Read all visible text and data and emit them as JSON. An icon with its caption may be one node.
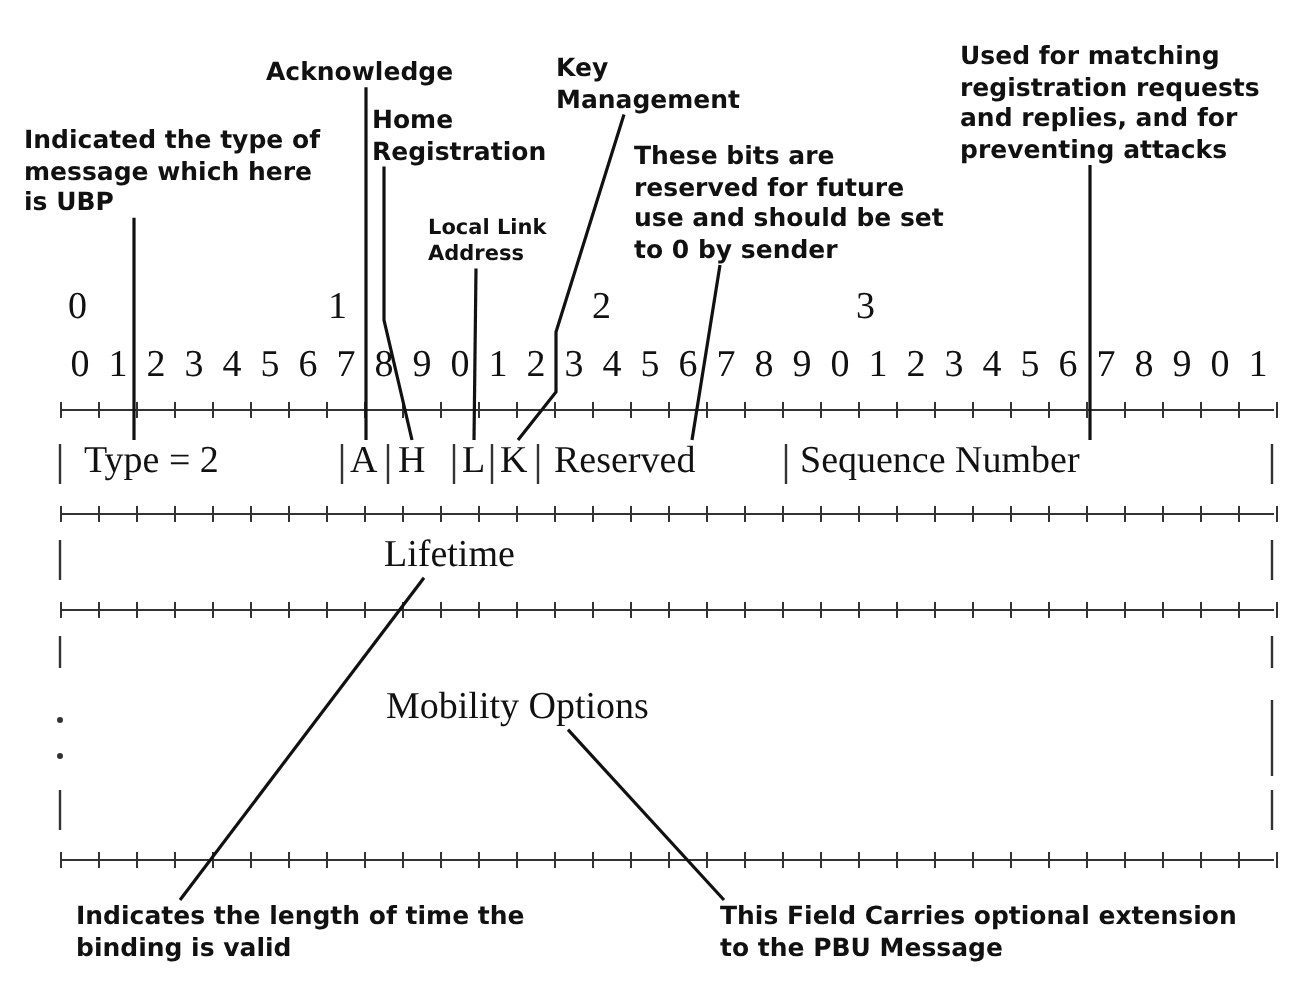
{
  "diagram": {
    "nodes": [
      {
        "text": [
          "Acknowledge"
        ]
      },
      {
        "text": [
          "Key Management"
        ]
      },
      {
        "text": [
          "Used for matching registration requests and replies, and for preventing attacks"
        ]
      },
      {
        "text": [
          "Home Registration"
        ]
      },
      {
        "text": [
          "Indicated the type of message which here is UBP"
        ]
      },
      {
        "text": [
          "These  bits are reserved for future use and should be set to 0 by sender"
        ]
      },
      {
        "text": [
          "Local Link Address"
        ]
      },
      {
        "text": [
          "Type = 2"
        ]
      },
      {
        "text": [
          "A"
        ]
      },
      {
        "text": [
          "H"
        ]
      },
      {
        "text": [
          "L"
        ]
      },
      {
        "text": [
          "K"
        ]
      },
      {
        "text": [
          "Reserved"
        ]
      },
      {
        "text": [
          "Sequence Number"
        ]
      },
      {
        "text": [
          "Lifetime"
        ]
      },
      {
        "text": [
          "Mobility Options"
        ]
      },
      {
        "text": [
          "Indicates the length of time the binding is valid"
        ]
      },
      {
        "text": [
          "This Field Carries optional extension to the PBU Message"
        ]
      }
    ],
    "edges": [
      {
        "from": 4,
        "to": 7,
        "arrow": "none"
      },
      {
        "from": 0,
        "to": 8,
        "arrow": "none"
      },
      {
        "from": 3,
        "to": 9,
        "arrow": "none"
      },
      {
        "from": 6,
        "to": 10,
        "arrow": "none"
      },
      {
        "from": 1,
        "to": 11,
        "arrow": "none"
      },
      {
        "from": 5,
        "to": 12,
        "arrow": "none"
      },
      {
        "from": 2,
        "to": 13,
        "arrow": "none"
      },
      {
        "from": 16,
        "to": 14,
        "arrow": "none"
      },
      {
        "from": 17,
        "to": 15,
        "arrow": "none"
      }
    ],
    "labels": [
      "0",
      "1",
      "2",
      "3",
      "0 1 2 3 4 5 6 7 8 9 0 1 2 3 4 5 6 7 8 9 0 1 2 3 4 5 6 7 8 9 0 1"
    ]
  }
}
